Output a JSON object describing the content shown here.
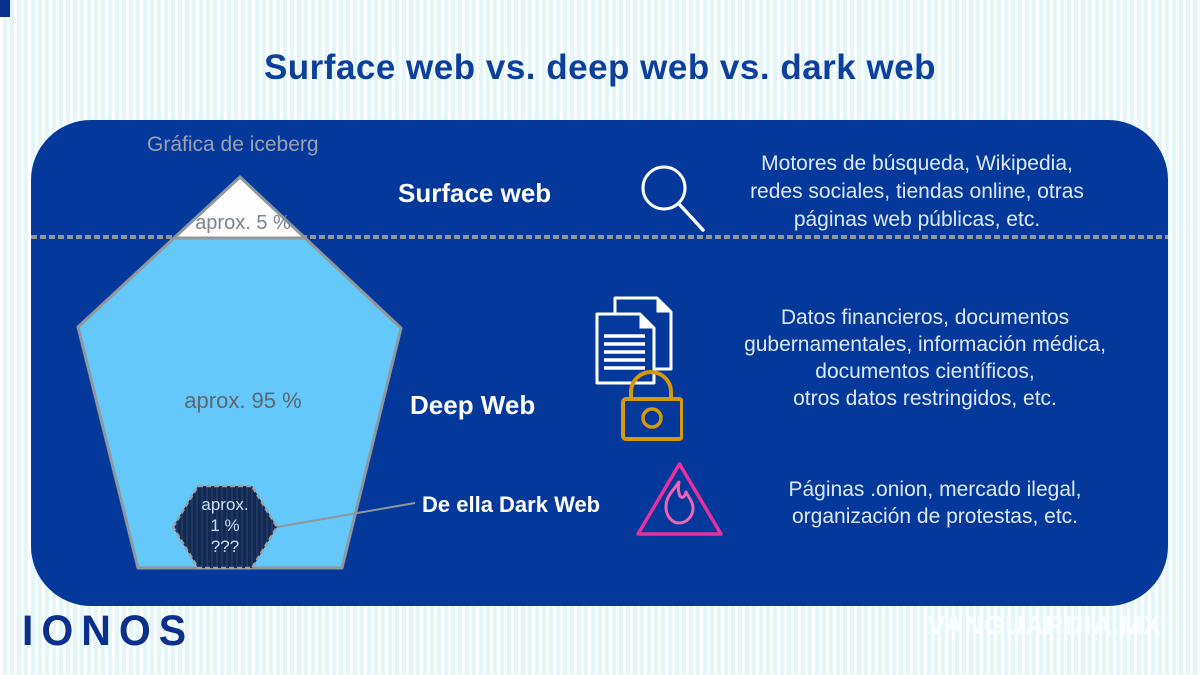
{
  "title": "Surface web vs. deep web vs. dark web",
  "diagram": {
    "caption": "Gráfica de iceberg",
    "iceberg": {
      "surface_share": "aprox. 5 %",
      "deep_share": "aprox. 95 %",
      "dark_share": "aprox.\n1 %\n???"
    },
    "sections": {
      "surface": {
        "label": "Surface web",
        "icon": "search-icon",
        "description": "Motores de búsqueda, Wikipedia,\nredes sociales, tiendas online, otras\npáginas web públicas, etc."
      },
      "deep": {
        "label": "Deep Web",
        "icon": "documents-padlock-icon",
        "description": "Datos financieros, documentos\ngubernamentales, información médica,\ndocumentos científicos,\notros datos restringidos, etc."
      },
      "dark": {
        "label": "De ella Dark Web",
        "icon": "warning-flame-icon",
        "description": "Páginas .onion, mercado ilegal,\norganización de protestas, etc."
      }
    }
  },
  "brand": {
    "logo": "IONOS",
    "watermark": "VANGUARDIA.MX"
  },
  "colors": {
    "panel_blue": "#04399b",
    "iceberg_blue": "#64c8fa",
    "tip_white": "#fdfdfd",
    "hexagon_navy": "#13294f",
    "outline_gray": "#8f969c",
    "title_blue": "#0d3f9c",
    "lock_gold": "#d49a0a",
    "warning_pink": "#ea2f9f",
    "description_text": "#dce8fa"
  }
}
